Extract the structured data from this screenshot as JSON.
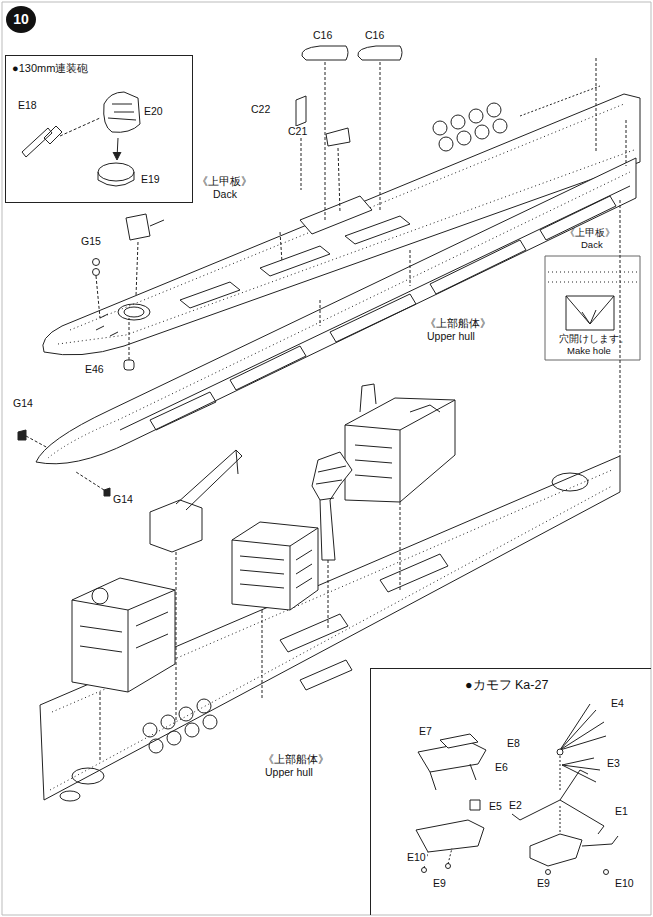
{
  "diagram": {
    "nodes": [
      {
        "text": [
          "10"
        ]
      },
      {
        "text": [
          "●130mm連装砲"
        ]
      },
      {
        "text": [
          "《上甲板》",
          "Dack",
          "穴開けします。",
          "Make hole"
        ]
      },
      {
        "text": [
          "●カモフ Ka-27"
        ]
      }
    ],
    "labels": [
      "C16",
      "C16",
      "C22",
      "C21",
      "《上甲板》",
      "Dack",
      "G15",
      "E46",
      "G14",
      "G14",
      "《上部船体》",
      "Upper hull",
      "《上部船体》",
      "Upper hull",
      "E18",
      "E20",
      "E19",
      "E7",
      "E8",
      "E6",
      "E5",
      "E10",
      "E9",
      "E4",
      "E3",
      "E2",
      "E1",
      "E9",
      "E10"
    ]
  }
}
